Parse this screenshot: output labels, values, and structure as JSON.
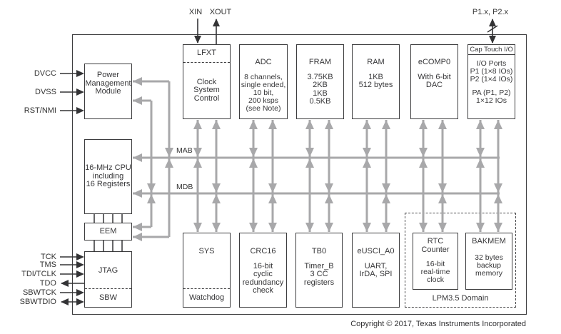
{
  "diagram": {
    "top_pins": {
      "xin": "XIN",
      "xout": "XOUT",
      "port": "P1.x, P2.x"
    },
    "left_pins": {
      "power": [
        "DVCC",
        "DVSS",
        "RST/NMI"
      ],
      "debug": [
        "TCK",
        "TMS",
        "TDI/TCLK",
        "TDO",
        "SBWTCK",
        "SBWTDIO"
      ]
    },
    "buses": {
      "address": "MAB",
      "data": "MDB"
    },
    "blocks": {
      "pmm": {
        "lines": [
          "Power",
          "Management",
          "Module"
        ]
      },
      "cpu": {
        "lines": [
          "16-MHz CPU",
          "including",
          "16 Registers"
        ]
      },
      "eem": {
        "title": "EEM"
      },
      "jtag": {
        "title": "JTAG",
        "sub": "SBW"
      },
      "clock": {
        "header": "LFXT",
        "lines": [
          "Clock",
          "System",
          "Control"
        ]
      },
      "adc": {
        "title": "ADC",
        "lines": [
          "8 channels,",
          "single ended,",
          "10 bit,",
          "200 ksps",
          "(see Note)"
        ]
      },
      "fram": {
        "title": "FRAM",
        "lines": [
          "3.75KB",
          "2KB",
          "1KB",
          "0.5KB"
        ]
      },
      "ram": {
        "title": "RAM",
        "lines": [
          "1KB",
          "512 bytes"
        ]
      },
      "ecomp": {
        "title": "eCOMP0",
        "lines": [
          "With 6-bit",
          "DAC"
        ]
      },
      "io": {
        "header": "Cap Touch I/O",
        "lines": [
          "I/O Ports",
          "P1 (1×8 IOs)",
          "P2 (1×4 IOs)"
        ],
        "lines2": [
          "PA (P1, P2)",
          "1×12 IOs"
        ]
      },
      "sys": {
        "title": "SYS",
        "sub": "Watchdog"
      },
      "crc": {
        "title": "CRC16",
        "lines": [
          "16-bit",
          "cyclic",
          "redundancy",
          "check"
        ]
      },
      "tb0": {
        "title": "TB0",
        "lines": [
          "Timer_B",
          "3 CC",
          "registers"
        ]
      },
      "eusci": {
        "title": "eUSCI_A0",
        "lines": [
          "UART,",
          "IrDA, SPI"
        ]
      },
      "rtc": {
        "title_lines": [
          "RTC",
          "Counter"
        ],
        "lines": [
          "16-bit",
          "real-time",
          "clock"
        ]
      },
      "bakmem": {
        "title": "BAKMEM",
        "lines": [
          "32 bytes",
          "backup",
          "memory"
        ]
      }
    },
    "lpm_label": "LPM3.5 Domain",
    "copyright": "Copyright © 2017, Texas Instruments Incorporated",
    "colors": {
      "accent_gray": "#a8a8aa",
      "line_black": "#333335"
    }
  }
}
